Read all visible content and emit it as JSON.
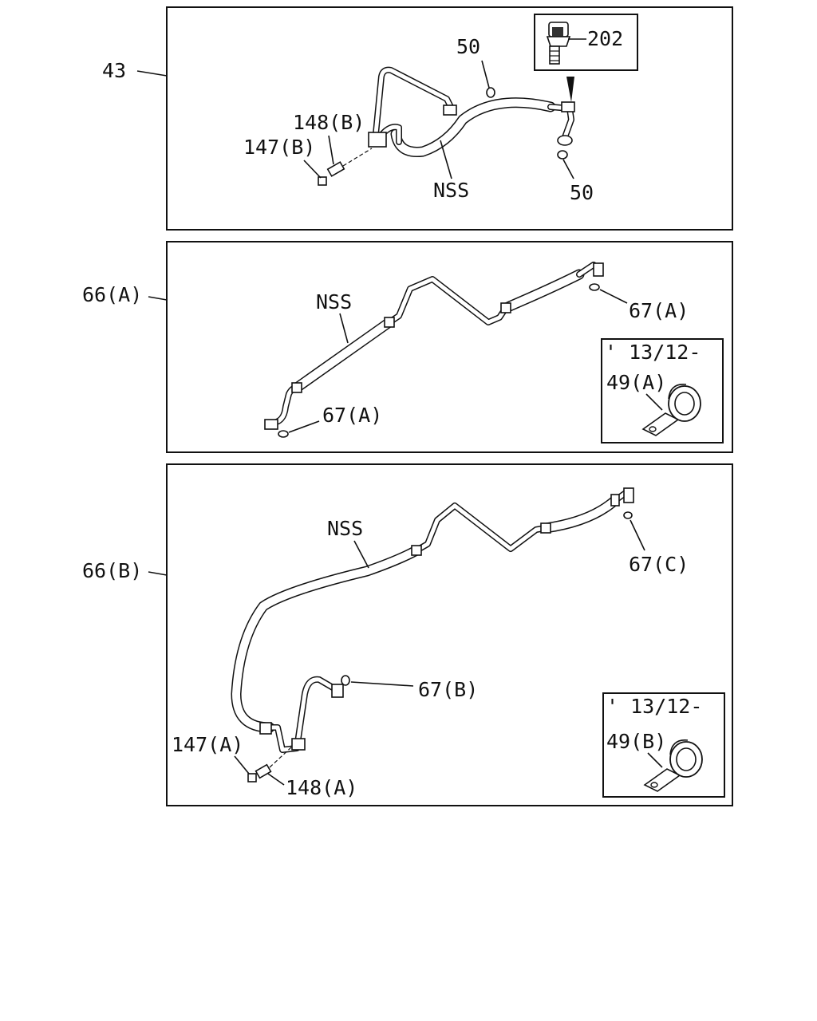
{
  "panel_43": {
    "assembly": "43",
    "sensor": "202",
    "oring_upper": "50",
    "oring_lower": "50",
    "bolt": "148(B)",
    "washer": "147(B)",
    "supply_note": "NSS"
  },
  "panel_66a": {
    "assembly": "66(A)",
    "supply_note": "NSS",
    "oring_right": "67(A)",
    "oring_left": "67(A)",
    "inset_date": "' 13/12-",
    "clamp": "49(A)"
  },
  "panel_66b": {
    "assembly": "66(B)",
    "supply_note": "NSS",
    "oring_right": "67(C)",
    "oring_mid": "67(B)",
    "washer": "147(A)",
    "bolt": "148(A)",
    "inset_date": "' 13/12-",
    "clamp": "49(B)"
  }
}
